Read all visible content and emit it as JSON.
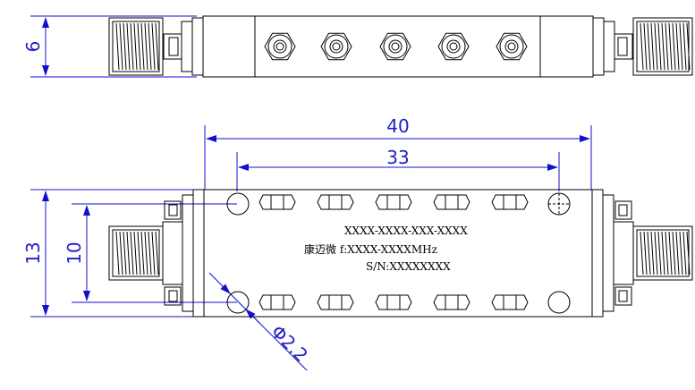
{
  "dimensions": {
    "side_height": "6",
    "overall_length": "40",
    "hole_spacing": "33",
    "overall_height": "13",
    "hole_vertical": "10",
    "hole_diameter": "Φ2.2"
  },
  "label": {
    "line1": "XXXX-XXXX-XXX-XXXX",
    "line2": "康迈微 f:XXXX-XXXXMHz",
    "line3": "S/N:XXXXXXXX"
  },
  "colors": {
    "dimension": "#1010d0",
    "outline": "#000000"
  }
}
